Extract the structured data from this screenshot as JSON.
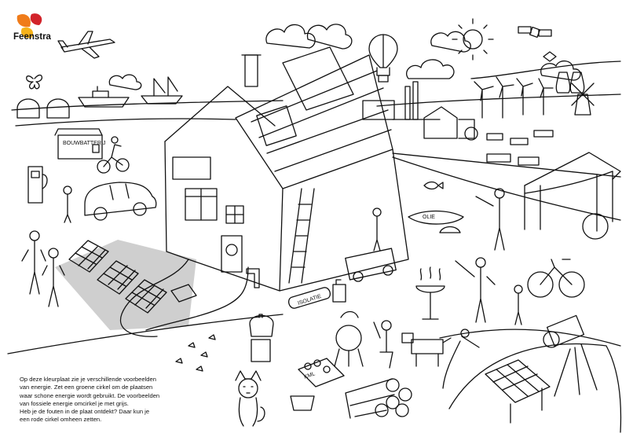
{
  "brand": {
    "name": "Feenstra",
    "colors": {
      "orange": "#f07c1a",
      "red": "#d2232a",
      "yellow": "#f6b21a",
      "ink": "#111111",
      "shadow": "#c7c7c7"
    }
  },
  "scene": {
    "labels": {
      "bouwbatterij": "BOUWBATTERIJ",
      "isolatie": "ISOLATIE",
      "olie": "OLIE",
      "kml": "KML"
    },
    "icons": [
      "airplane-icon",
      "sun-icon",
      "satellite-icon",
      "hot-air-balloon-icon",
      "butterfly-icon",
      "windmill-icon",
      "wind-turbine-icon",
      "solar-panel-icon",
      "car-icon",
      "bicycle-icon",
      "cat-icon",
      "barbecue-icon"
    ]
  },
  "caption": {
    "lines": [
      "Op deze kleurplaat zie je    verschillende voorbeelden",
      "van energie. Zet een groene cirkel om de plaatsen",
      "waar schone energie wordt gebruikt. De voorbeelden",
      "van fossiele energie omcirkel je met grijs.",
      "Heb je de fouten in de plaat ontdekt? Daar kun je",
      "een rode cirkel omheen zetten."
    ]
  }
}
